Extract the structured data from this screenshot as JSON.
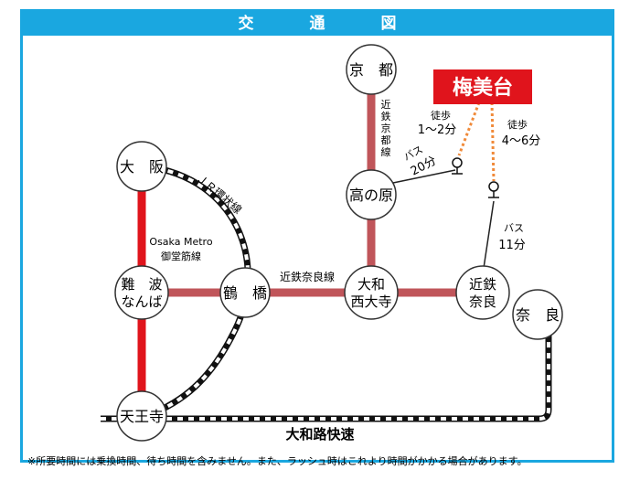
{
  "title": "交　通　図",
  "highlight": {
    "name": "梅美台",
    "color": "#e0141c"
  },
  "colors": {
    "frame": "#1aa7e0",
    "line": "#d3222a",
    "kintetsu": "#c0555a"
  },
  "stations": {
    "kyoto": [
      "京　都"
    ],
    "takanohara": [
      "高の原"
    ],
    "osaka": [
      "大　阪"
    ],
    "namba": [
      "難　波",
      "なんば"
    ],
    "tsuruhashi": [
      "鶴　橋"
    ],
    "yamato_saidaiji": [
      "大和",
      "西大寺"
    ],
    "kintetsu_nara": [
      "近鉄",
      "奈良"
    ],
    "nara": [
      "奈　良"
    ],
    "tennoji": [
      "天王寺"
    ]
  },
  "lines": {
    "jr_loop": "ＪＲ環状線",
    "metro_line1": "Osaka Metro",
    "metro_line2": "御堂筋線",
    "kintetsu_nara_line": "近鉄奈良線",
    "kintetsu_kyoto_line": [
      "近",
      "鉄",
      "京",
      "都",
      "線"
    ],
    "yamatoji": "大和路快速"
  },
  "access": {
    "walk_left_1": "徒歩",
    "walk_left_2": "1〜2分",
    "walk_right_1": "徒歩",
    "walk_right_2": "4〜6分",
    "bus_left_1": "バス",
    "bus_left_2": "20分",
    "bus_right_1": "バス",
    "bus_right_2": "11分"
  },
  "footnote": "※所要時間には乗換時間、待ち時間を含みません。また、ラッシュ時はこれより時間がかかる場合があります。"
}
